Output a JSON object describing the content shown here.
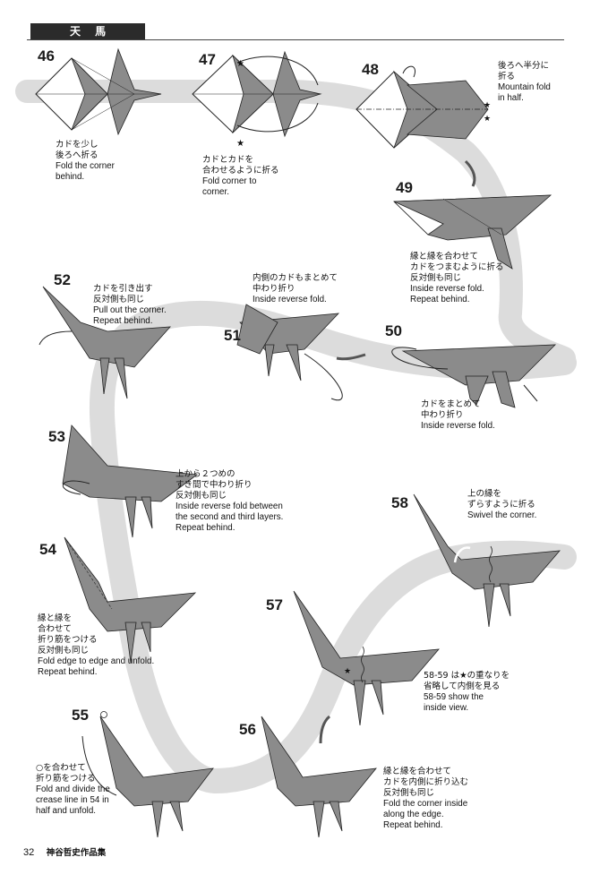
{
  "header": {
    "title": "天 馬"
  },
  "colors": {
    "paper": "#8b8b8b",
    "paper_dark": "#6e6e6e",
    "band": "#dcdcdc",
    "line": "#2a2a2a"
  },
  "steps": [
    {
      "num": "46",
      "jp": [
        "カドを少し",
        "後ろへ折る"
      ],
      "en": [
        "Fold the corner",
        "behind."
      ]
    },
    {
      "num": "47",
      "jp": [
        "カドとカドを",
        "合わせるように折る"
      ],
      "en": [
        "Fold corner to",
        "corner."
      ]
    },
    {
      "num": "48",
      "jp": [
        "後ろへ半分に",
        "折る"
      ],
      "en": [
        "Mountain fold",
        "in half."
      ]
    },
    {
      "num": "49",
      "jp": [
        "縁と縁を合わせて",
        "カドをつまむように折る",
        "反対側も同じ"
      ],
      "en": [
        "Inside reverse fold.",
        "Repeat behind."
      ]
    },
    {
      "num": "50",
      "jp": [
        "カドをまとめて",
        "中わり折り"
      ],
      "en": [
        "Inside reverse fold."
      ]
    },
    {
      "num": "51",
      "jp": [
        "内側のカドもまとめて",
        "中わり折り"
      ],
      "en": [
        "Inside reverse fold."
      ]
    },
    {
      "num": "52",
      "jp": [
        "カドを引き出す",
        "反対側も同じ"
      ],
      "en": [
        "Pull out the corner.",
        "Repeat behind."
      ]
    },
    {
      "num": "53",
      "jp": [
        "上から２つめの",
        "すき間で中わり折り",
        "反対側も同じ"
      ],
      "en": [
        "Inside reverse fold between",
        "the second and third layers.",
        "Repeat behind."
      ]
    },
    {
      "num": "54",
      "jp": [
        "縁と縁を",
        "合わせて",
        "折り筋をつける",
        "反対側も同じ"
      ],
      "en": [
        "Fold edge to edge and unfold.",
        "Repeat behind."
      ]
    },
    {
      "num": "55",
      "jp": [
        "○を合わせて",
        "折り筋をつける"
      ],
      "en": [
        "Fold and divide the",
        "crease line in 54 in",
        "half and unfold."
      ]
    },
    {
      "num": "56",
      "jp": [
        "縁と縁を合わせて",
        "カドを内側に折り込む",
        "反対側も同じ"
      ],
      "en": [
        "Fold the corner inside",
        "along the edge.",
        "Repeat behind."
      ]
    },
    {
      "num": "57",
      "jp": [
        "58-59 は★の重なりを",
        "省略して内側を見る"
      ],
      "en": [
        "58-59 show the",
        "inside view."
      ]
    },
    {
      "num": "58",
      "jp": [
        "上の縁を",
        "ずらすように折る"
      ],
      "en": [
        "Swivel the corner."
      ]
    }
  ],
  "footer": {
    "page": "32",
    "book": "神谷哲史作品集"
  }
}
